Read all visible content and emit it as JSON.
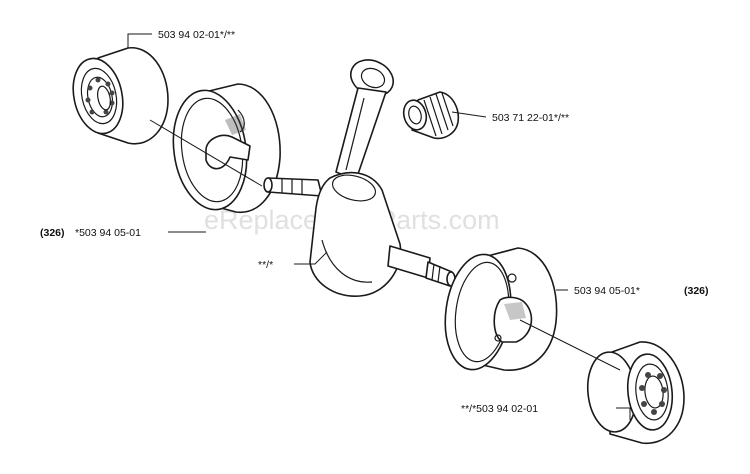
{
  "watermark": "eReplacementParts.com",
  "callouts": {
    "bearing_top": "503 94 02-01*/**",
    "needle_bearing": "503 71 22-01*/**",
    "half_left_ref": "(326)",
    "half_left_part": "*503 94 05-01",
    "crankshaft": "**/*",
    "half_right_part": "503 94 05-01*",
    "half_right_ref": "(326)",
    "bearing_bottom": "**/*503 94 02-01"
  }
}
